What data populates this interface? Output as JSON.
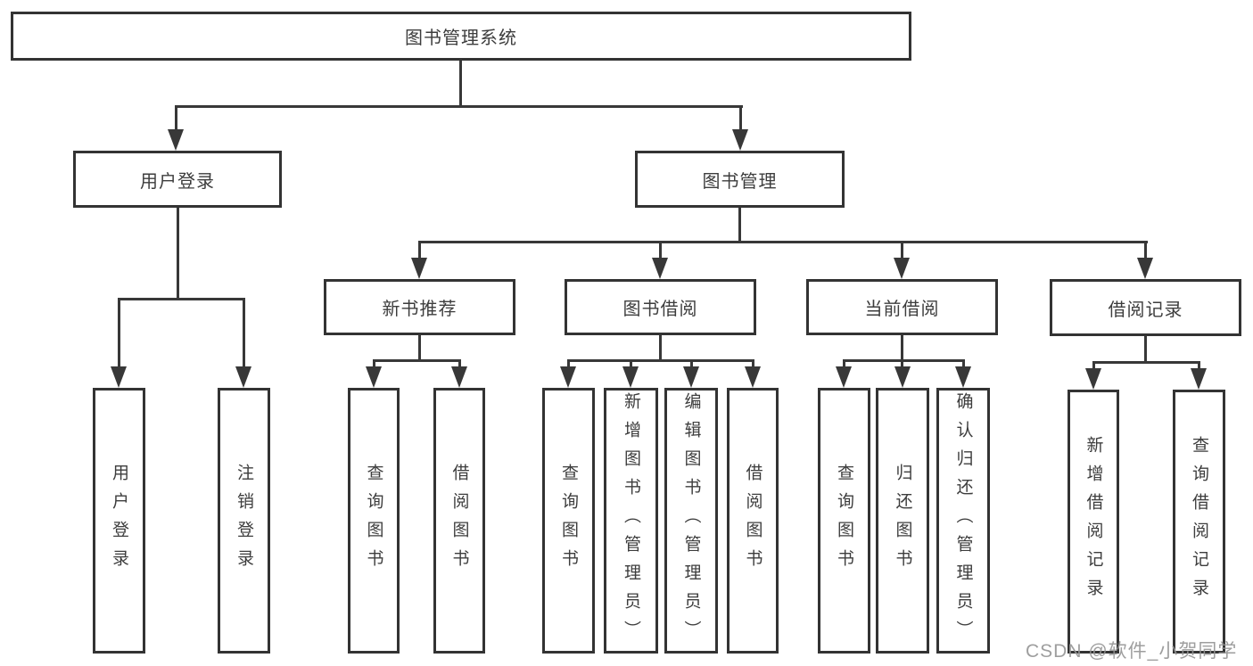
{
  "tree": {
    "root_label": "图书管理系统",
    "branches": [
      {
        "label": "用户登录",
        "children": [
          {
            "label": "用户登录"
          },
          {
            "label": "注销登录"
          }
        ]
      },
      {
        "label": "图书管理",
        "sections": [
          {
            "label": "新书推荐",
            "children": [
              {
                "label": "查询图书"
              },
              {
                "label": "借阅图书"
              }
            ]
          },
          {
            "label": "图书借阅",
            "children": [
              {
                "label": "查询图书"
              },
              {
                "label": "新增图书（管理员）"
              },
              {
                "label": "编辑图书（管理员）"
              },
              {
                "label": "借阅图书"
              }
            ]
          },
          {
            "label": "当前借阅",
            "children": [
              {
                "label": "查询图书"
              },
              {
                "label": "归还图书"
              },
              {
                "label": "确认归还（管理员）"
              }
            ]
          },
          {
            "label": "借阅记录",
            "children": [
              {
                "label": "新增借阅记录"
              },
              {
                "label": "查询借阅记录"
              }
            ]
          }
        ]
      }
    ]
  },
  "watermark": {
    "text": "CSDN @软件_小贺同学"
  },
  "colors": {
    "box_border": "#333333",
    "connector_line": "#383838",
    "text": "#3d3d3d",
    "watermark_text": "#949494",
    "background": "#ffffff"
  }
}
